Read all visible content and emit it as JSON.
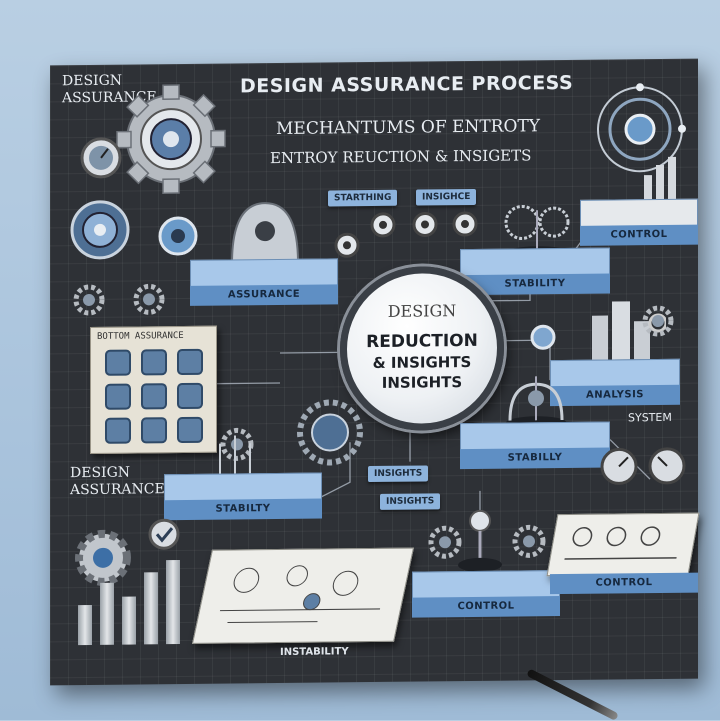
{
  "header": {
    "title": "DESIGN ASSURANCE PROCESS",
    "subtitle_line1": "MECHANTUMS OF ENTROTY",
    "subtitle_line2": "ENTROY REUCTION & INSIGETS",
    "corner_label_line1": "DESIGN",
    "corner_label_line2": "ASSURANCE"
  },
  "side": {
    "label_line1": "DESIGN",
    "label_line2": "ASSURANCE"
  },
  "tags": {
    "top_left": "STARTHING",
    "top_right": "INSIGHCE",
    "mid_top": "INSIGHTS",
    "mid_bottom": "INSIGHTS"
  },
  "platforms": {
    "assurance": "ASSURANCE",
    "stability_top": "STABILITY",
    "stability_mid": "STABILLY",
    "stability_left": "STABILTY",
    "control_bottom": "CONTROL",
    "control_right": "CONTROL",
    "right_top": "CONTROL",
    "right_mid": "ANALYSIS",
    "system": "SYSTEM"
  },
  "hub": {
    "line1": "DESIGN",
    "line2": "REDUCTION",
    "line3": "& INSIGHTS",
    "line4": "INSIGHTS"
  },
  "panel": {
    "title": "BOTTOM ASSURANCE"
  },
  "paper": {
    "label": "INSTABILITY"
  },
  "colors": {
    "board": "#2e3136",
    "accent_blue": "#8db3dc",
    "platform_front": "#5f8fc4",
    "wall": "#b9cfe3"
  }
}
